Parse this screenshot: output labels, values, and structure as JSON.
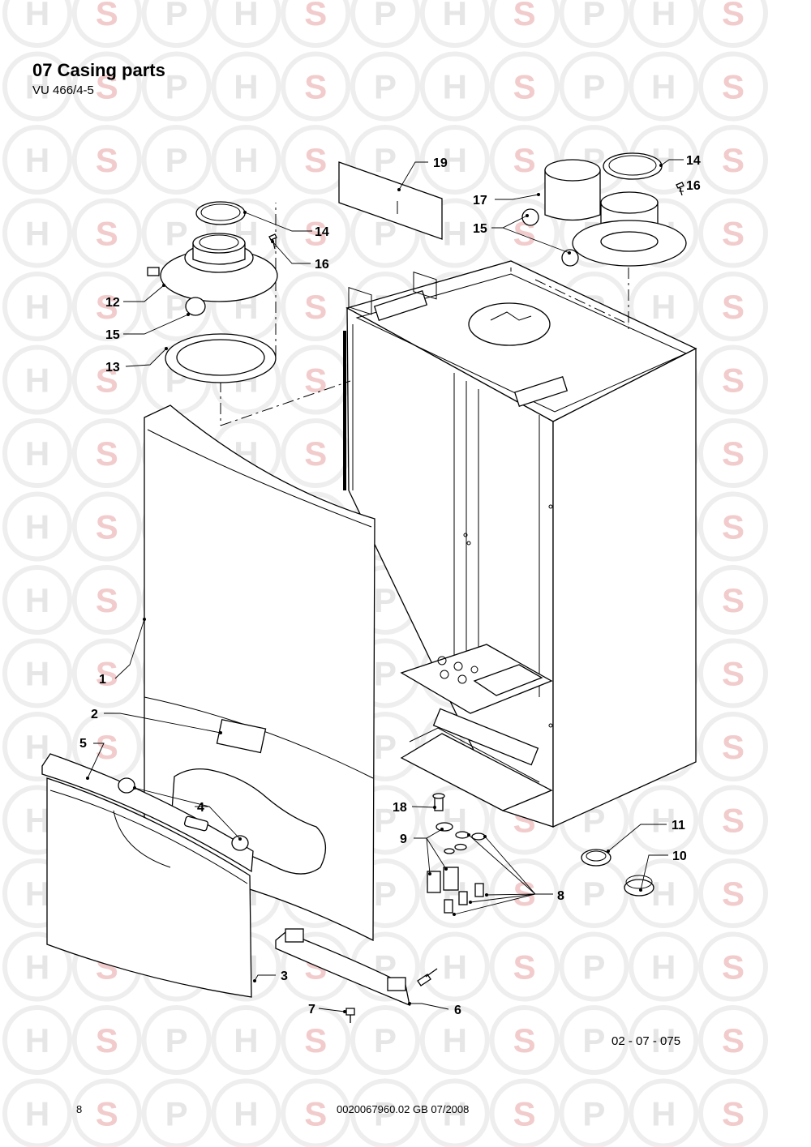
{
  "header": {
    "title": "07 Casing parts",
    "model": "VU 466/4-5"
  },
  "watermark": {
    "letters": [
      "H",
      "S",
      "P"
    ],
    "colors": {
      "ring": "#eeeeee",
      "letter_light": "#e6e6e6",
      "letter_pink": "#f2cccc"
    }
  },
  "callouts": {
    "c1": "1",
    "c2": "2",
    "c3": "3",
    "c4": "4",
    "c5": "5",
    "c6": "6",
    "c7": "7",
    "c8": "8",
    "c9": "9",
    "c10": "10",
    "c11": "11",
    "c12": "12",
    "c13": "13",
    "c14a": "14",
    "c14b": "14",
    "c15a": "15",
    "c15b": "15",
    "c16a": "16",
    "c16b": "16",
    "c17": "17",
    "c18": "18",
    "c19": "19"
  },
  "drawing_ref": "02 - 07 - 075",
  "footer": {
    "page_number": "8",
    "doc_code": "0020067960.02 GB 07/2008"
  }
}
